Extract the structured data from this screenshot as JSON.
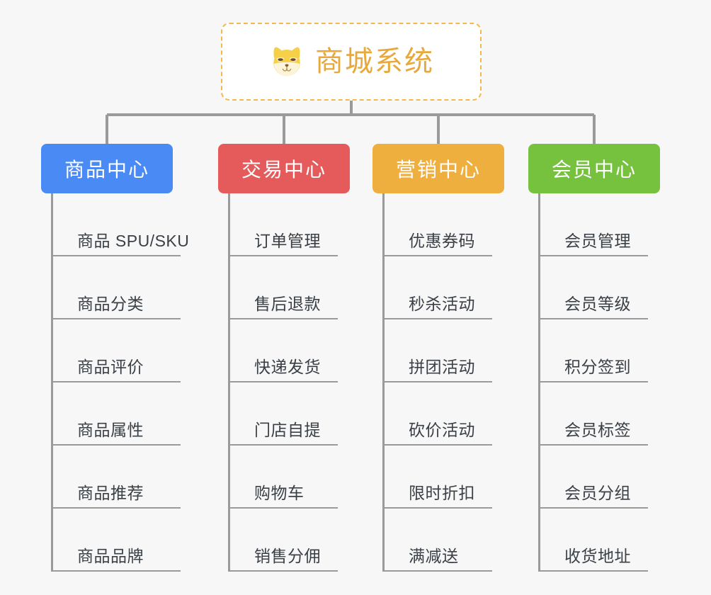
{
  "canvas": {
    "background": "#f7f7f7",
    "connector_color": "#9a9a9a"
  },
  "root": {
    "title": "商城系统",
    "icon": "dog-face-icon",
    "text_color": "#e8a93c",
    "border_color": "#f2b94e",
    "background": "#ffffff"
  },
  "branches": [
    {
      "id": "product-center",
      "label": "商品中心",
      "color": "#4a8af4",
      "children": [
        {
          "label": "商品 SPU/SKU"
        },
        {
          "label": "商品分类"
        },
        {
          "label": "商品评价"
        },
        {
          "label": "商品属性"
        },
        {
          "label": "商品推荐"
        },
        {
          "label": "商品品牌"
        }
      ]
    },
    {
      "id": "trade-center",
      "label": "交易中心",
      "color": "#e55b5b",
      "children": [
        {
          "label": "订单管理"
        },
        {
          "label": "售后退款"
        },
        {
          "label": "快递发货"
        },
        {
          "label": "门店自提"
        },
        {
          "label": "购物车"
        },
        {
          "label": "销售分佣"
        }
      ]
    },
    {
      "id": "marketing-center",
      "label": "营销中心",
      "color": "#eeaf3f",
      "children": [
        {
          "label": "优惠券码"
        },
        {
          "label": "秒杀活动"
        },
        {
          "label": "拼团活动"
        },
        {
          "label": "砍价活动"
        },
        {
          "label": "限时折扣"
        },
        {
          "label": "满减送"
        }
      ]
    },
    {
      "id": "member-center",
      "label": "会员中心",
      "color": "#76c23e",
      "children": [
        {
          "label": "会员管理"
        },
        {
          "label": "会员等级"
        },
        {
          "label": "积分签到"
        },
        {
          "label": "会员标签"
        },
        {
          "label": "会员分组"
        },
        {
          "label": "收货地址"
        }
      ]
    }
  ]
}
